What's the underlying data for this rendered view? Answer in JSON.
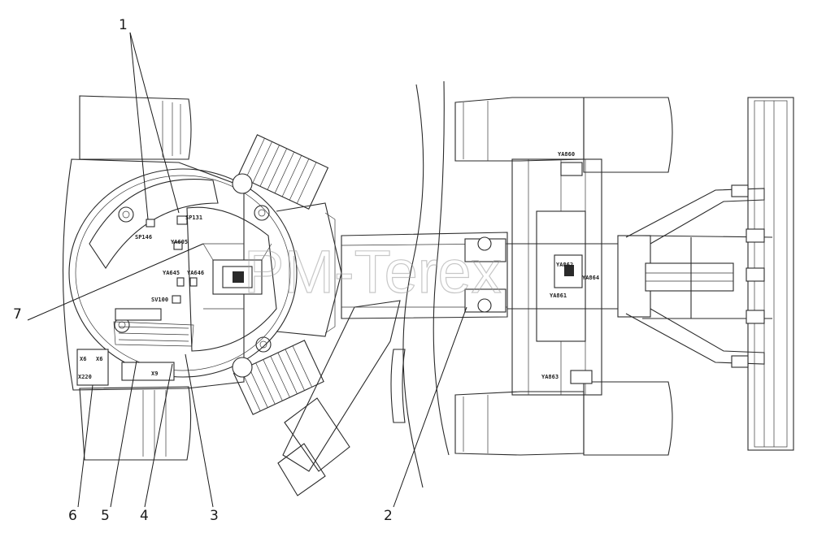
{
  "diagram": {
    "callouts": [
      "1",
      "2",
      "3",
      "4",
      "5",
      "6",
      "7"
    ],
    "sensor_tags": [
      "SP146",
      "SP131",
      "YA645",
      "YA646",
      "YA605",
      "SV100",
      "X6",
      "X6",
      "X9",
      "X220",
      "YA860",
      "YA862",
      "YA864",
      "YA861",
      "YA863"
    ],
    "watermark": "PM-Terex",
    "colors": {
      "line": "#2a2a2a",
      "background": "#ffffff",
      "watermark": "#9a9a9a"
    }
  }
}
